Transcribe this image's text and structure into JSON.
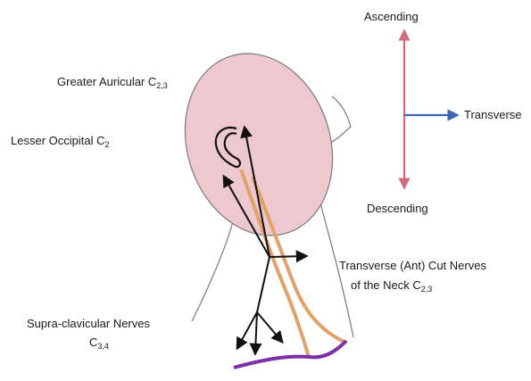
{
  "labels": {
    "greater_auricular": {
      "text": "Greater Auricular C",
      "sub": "2,3"
    },
    "lesser_occipital": {
      "text": "Lesser Occipital C",
      "sub": "2"
    },
    "transverse_cut_line1": {
      "text": "Transverse (Ant) Cut Nerves"
    },
    "transverse_cut_line2": {
      "text": "of the Neck C",
      "sub": "2,3"
    },
    "supraclavicular_line1": {
      "text": "Supra-clavicular Nerves"
    },
    "supraclavicular_line2": {
      "text": "C",
      "sub": "3,4"
    }
  },
  "legend": {
    "ascending": "Ascending",
    "descending": "Descending",
    "transverse": "Transverse"
  },
  "colors": {
    "head_fill": "#edc9cf",
    "outline": "#7a7a7a",
    "nerve": "#111111",
    "orange_muscle": "#e0a26a",
    "clavicle": "#7e2fa8",
    "ascending_descending_arrow": "#cf6b7d",
    "transverse_arrow": "#3f63b5"
  }
}
